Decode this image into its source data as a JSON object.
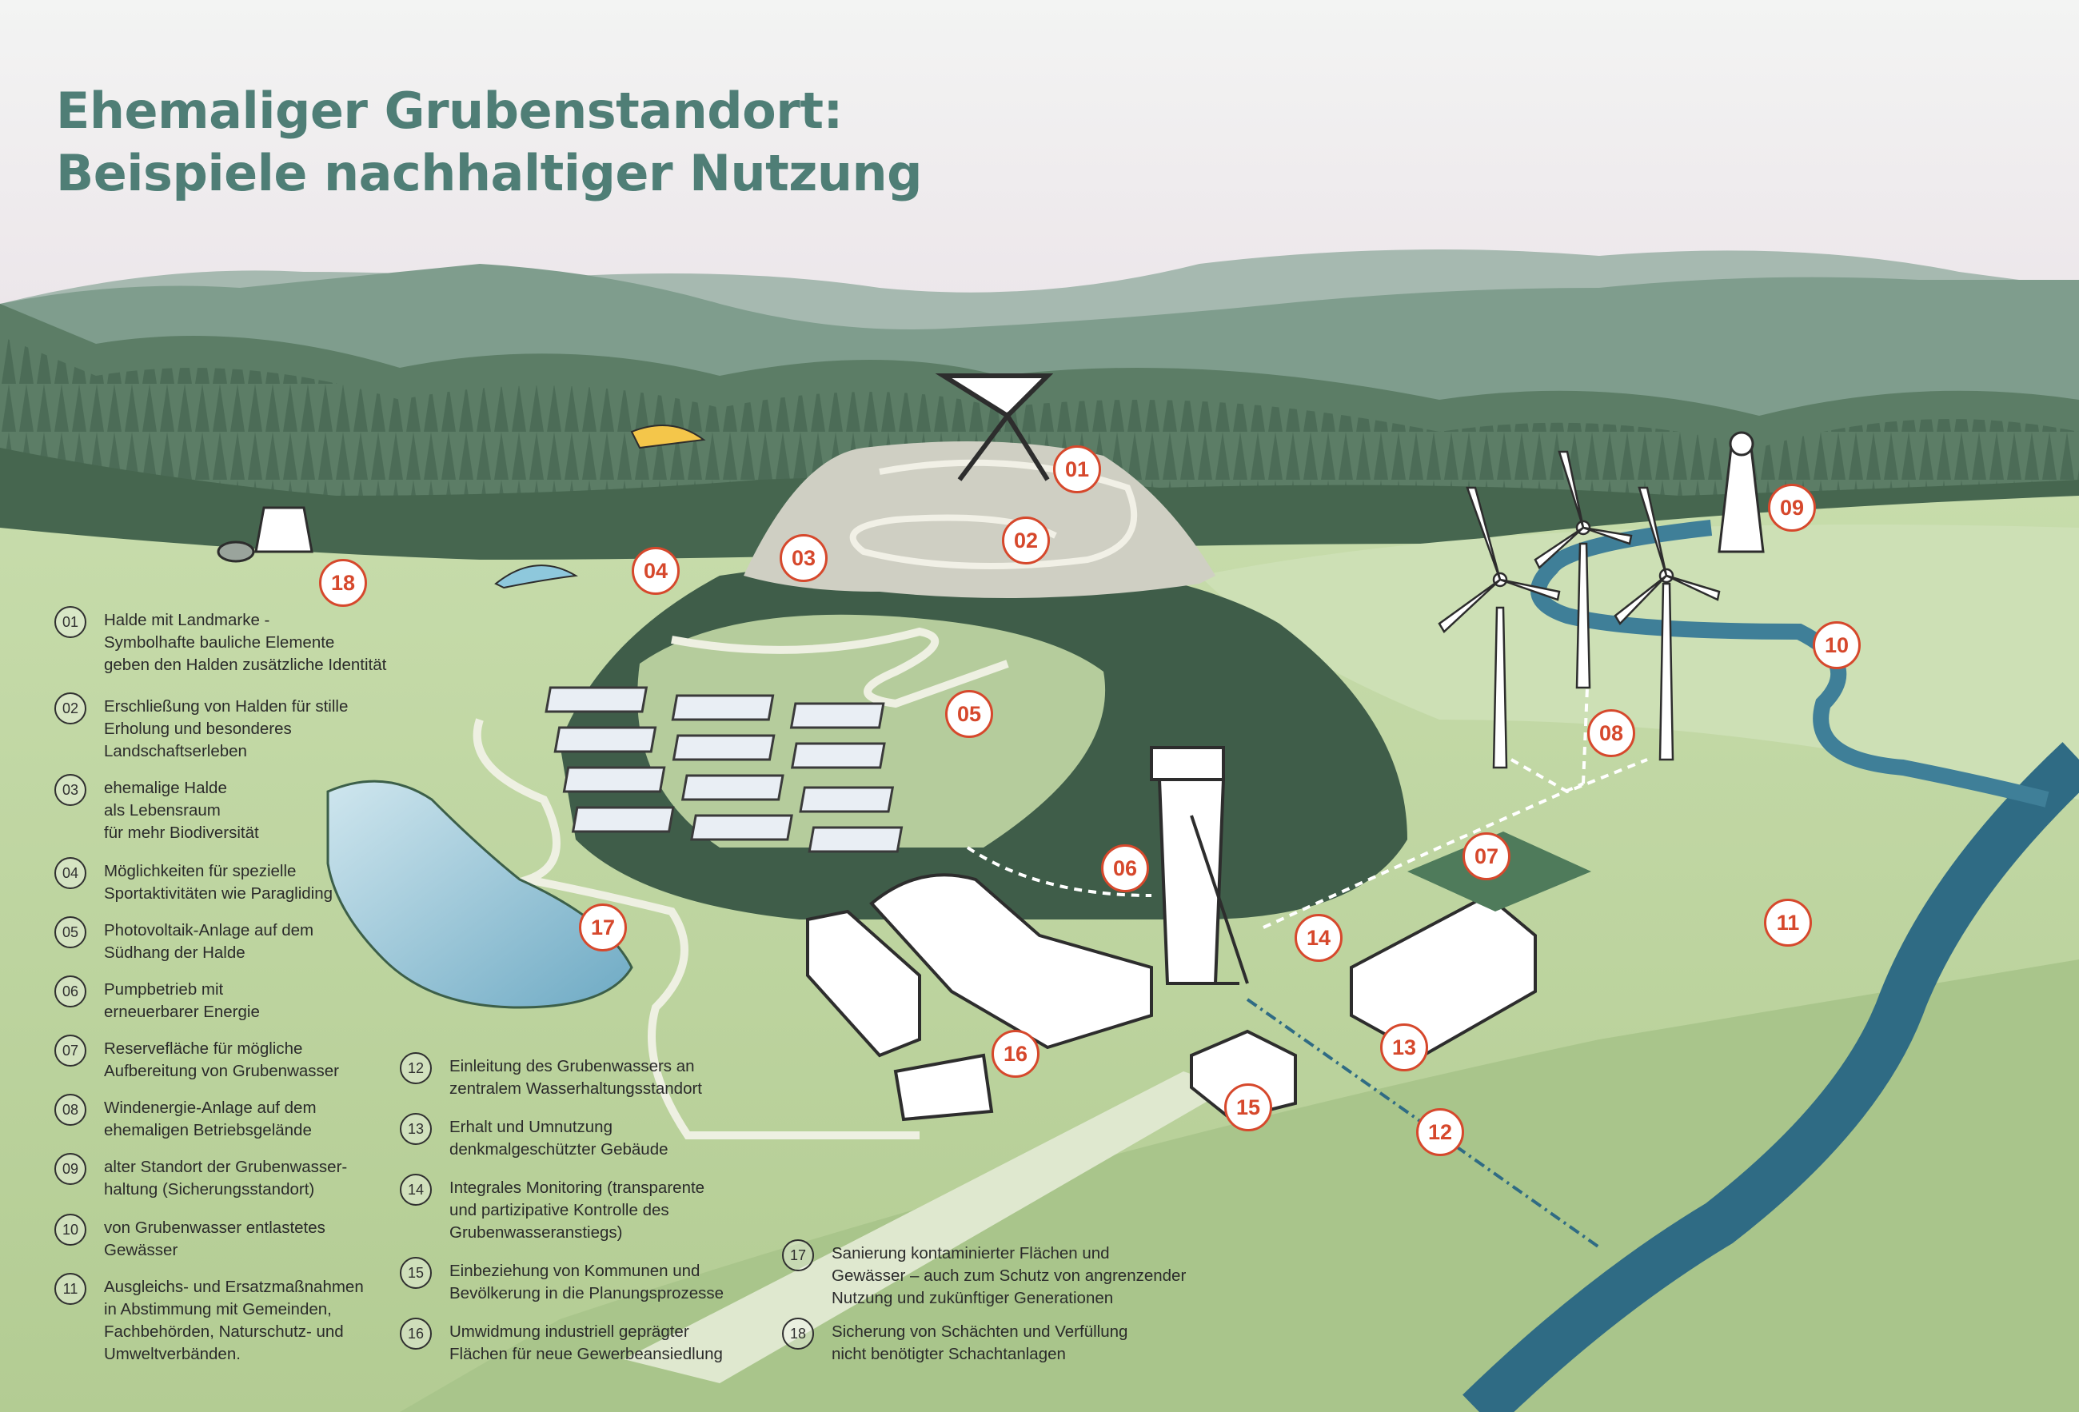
{
  "title": {
    "line1": "Ehemaliger Grubenstandort:",
    "line2": "Beispiele nachhaltiger Nutzung"
  },
  "legend": [
    {
      "num": "01",
      "text": "Halde mit Landmarke -\nSymbolhafte bauliche Elemente\ngeben den Halden zusätzliche Identität"
    },
    {
      "num": "02",
      "text": "Erschließung von Halden für stille\nErholung und besonderes\nLandschaftserleben"
    },
    {
      "num": "03",
      "text": "ehemalige Halde\nals Lebensraum\nfür mehr Biodiversität"
    },
    {
      "num": "04",
      "text": "Möglichkeiten für spezielle\nSportaktivitäten wie Paragliding"
    },
    {
      "num": "05",
      "text": "Photovoltaik-Anlage auf dem\nSüdhang der Halde"
    },
    {
      "num": "06",
      "text": "Pumpbetrieb mit\nerneuerbarer Energie"
    },
    {
      "num": "07",
      "text": "Reservefläche für mögliche\nAufbereitung von Grubenwasser"
    },
    {
      "num": "08",
      "text": "Windenergie-Anlage auf dem\nehemaligen Betriebsgelände"
    },
    {
      "num": "09",
      "text": "alter Standort der Grubenwasser-\nhaltung (Sicherungsstandort)"
    },
    {
      "num": "10",
      "text": "von Grubenwasser entlastetes\nGewässer"
    },
    {
      "num": "11",
      "text": "Ausgleichs- und Ersatzmaßnahmen\nin Abstimmung mit Gemeinden,\nFachbehörden, Naturschutz- und\nUmweltverbänden."
    },
    {
      "num": "12",
      "text": "Einleitung des Grubenwassers an\nzentralem Wasserhaltungsstandort"
    },
    {
      "num": "13",
      "text": "Erhalt und Umnutzung\ndenkmalgeschützter Gebäude"
    },
    {
      "num": "14",
      "text": "Integrales Monitoring (transparente\nund partizipative Kontrolle des\nGrubenwasseranstiegs)"
    },
    {
      "num": "15",
      "text": "Einbeziehung von Kommunen und\nBevölkerung in die Planungsprozesse"
    },
    {
      "num": "16",
      "text": "Umwidmung industriell geprägter\nFlächen für neue Gewerbeansiedlung"
    },
    {
      "num": "17",
      "text": "Sanierung kontaminierter Flächen und\nGewässer – auch zum Schutz von angrenzender\nNutzung und zukünftiger Generationen"
    },
    {
      "num": "18",
      "text": "Sicherung von Schächten und Verfüllung\nnicht benötigter Schachtanlagen"
    }
  ],
  "markers": [
    "01",
    "02",
    "03",
    "04",
    "05",
    "06",
    "07",
    "08",
    "09",
    "10",
    "11",
    "12",
    "13",
    "14",
    "15",
    "16",
    "17",
    "18"
  ],
  "colors": {
    "title": "#4f7e76",
    "marker": "#d6482c",
    "forest_dark": "#3d5a46",
    "meadow": "#b9d39a",
    "river": "#2f6b84",
    "lake": "#8fc3d8"
  }
}
